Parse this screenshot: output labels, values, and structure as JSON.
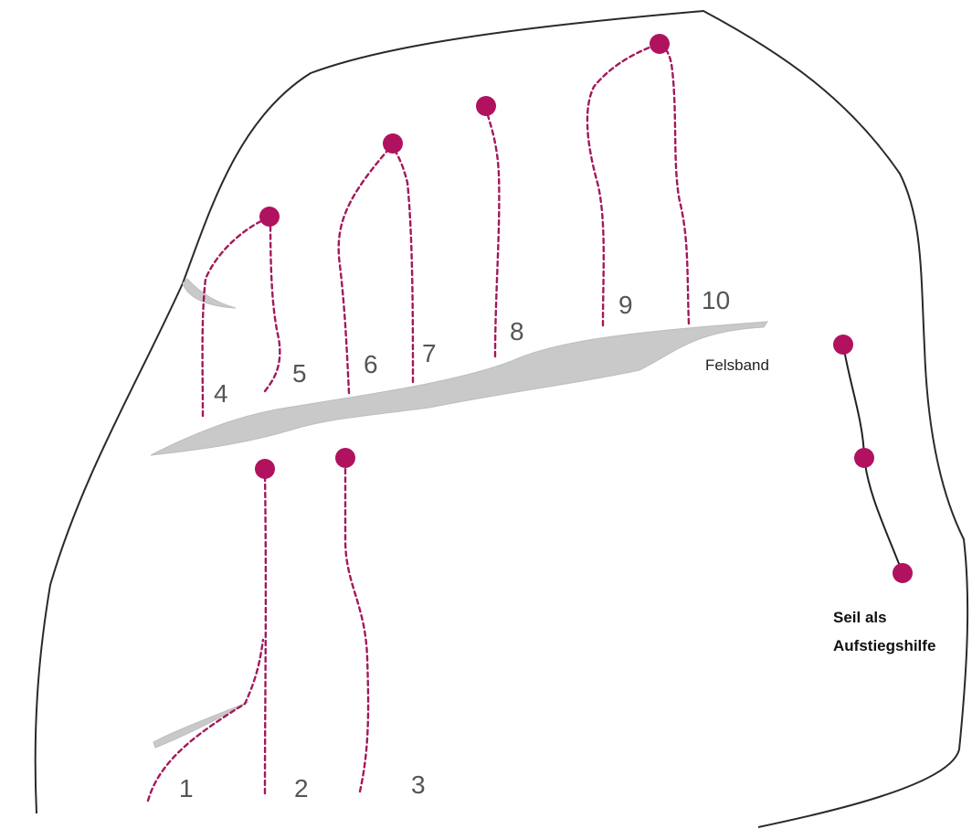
{
  "colors": {
    "route": "#a3195b",
    "anchor": "#b0125f",
    "rope": "#222222",
    "ledge": "#c9c9c9",
    "outline": "#2a2a2a"
  },
  "labels": {
    "felsband": "Felsband",
    "seil_line1": "Seil als",
    "seil_line2": "Aufstiegshilfe"
  },
  "routes": [
    {
      "number": "1"
    },
    {
      "number": "2"
    },
    {
      "number": "3"
    },
    {
      "number": "4"
    },
    {
      "number": "5"
    },
    {
      "number": "6"
    },
    {
      "number": "7"
    },
    {
      "number": "8"
    },
    {
      "number": "9"
    },
    {
      "number": "10"
    }
  ]
}
